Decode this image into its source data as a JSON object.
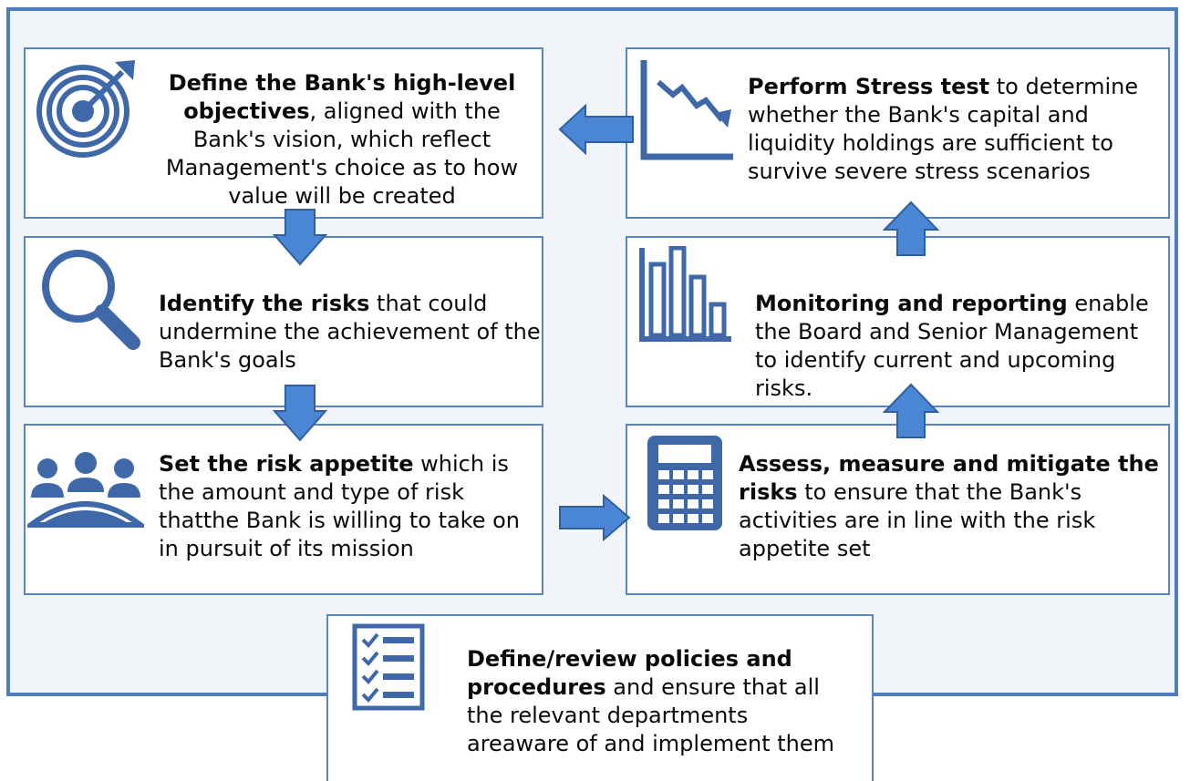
{
  "colors": {
    "frame_border": "#4f7cba",
    "frame_fill": "#f1f4f9",
    "box_border": "#5a86bf",
    "arrow_fill": "#4a86d4",
    "icon_color": "#3f68a8"
  },
  "steps": [
    {
      "id": "objectives",
      "icon": "target-icon",
      "bold": "Define the Bank's high-level objectives",
      "rest": ", aligned with the Bank's vision, which reflect Management's choice as to how value will be created"
    },
    {
      "id": "identify",
      "icon": "magnifier-icon",
      "bold": "Identify the risks",
      "rest": " that could undermine the achievement of the Bank's goals"
    },
    {
      "id": "appetite",
      "icon": "people-icon",
      "bold": "Set the risk appetite",
      "rest": " which is the amount and type of risk thatthe Bank is willing to take on in pursuit of its mission"
    },
    {
      "id": "assess",
      "icon": "calculator-icon",
      "bold": "Assess, measure and mitigate the risks",
      "rest": " to ensure that the Bank's activities are in line with the risk appetite set"
    },
    {
      "id": "monitoring",
      "icon": "bar-chart-icon",
      "bold": "Monitoring and reporting",
      "rest": " enable the Board and Senior Management to identify current and upcoming risks."
    },
    {
      "id": "stress",
      "icon": "declining-chart-icon",
      "bold": "Perform Stress test",
      "rest": " to determine whether the Bank's capital and liquidity holdings are sufficient to survive severe stress scenarios"
    },
    {
      "id": "policies",
      "icon": "checklist-icon",
      "bold": "Define/review policies and procedures",
      "rest": " and ensure that all the relevant departments areaware of and implement them"
    }
  ]
}
